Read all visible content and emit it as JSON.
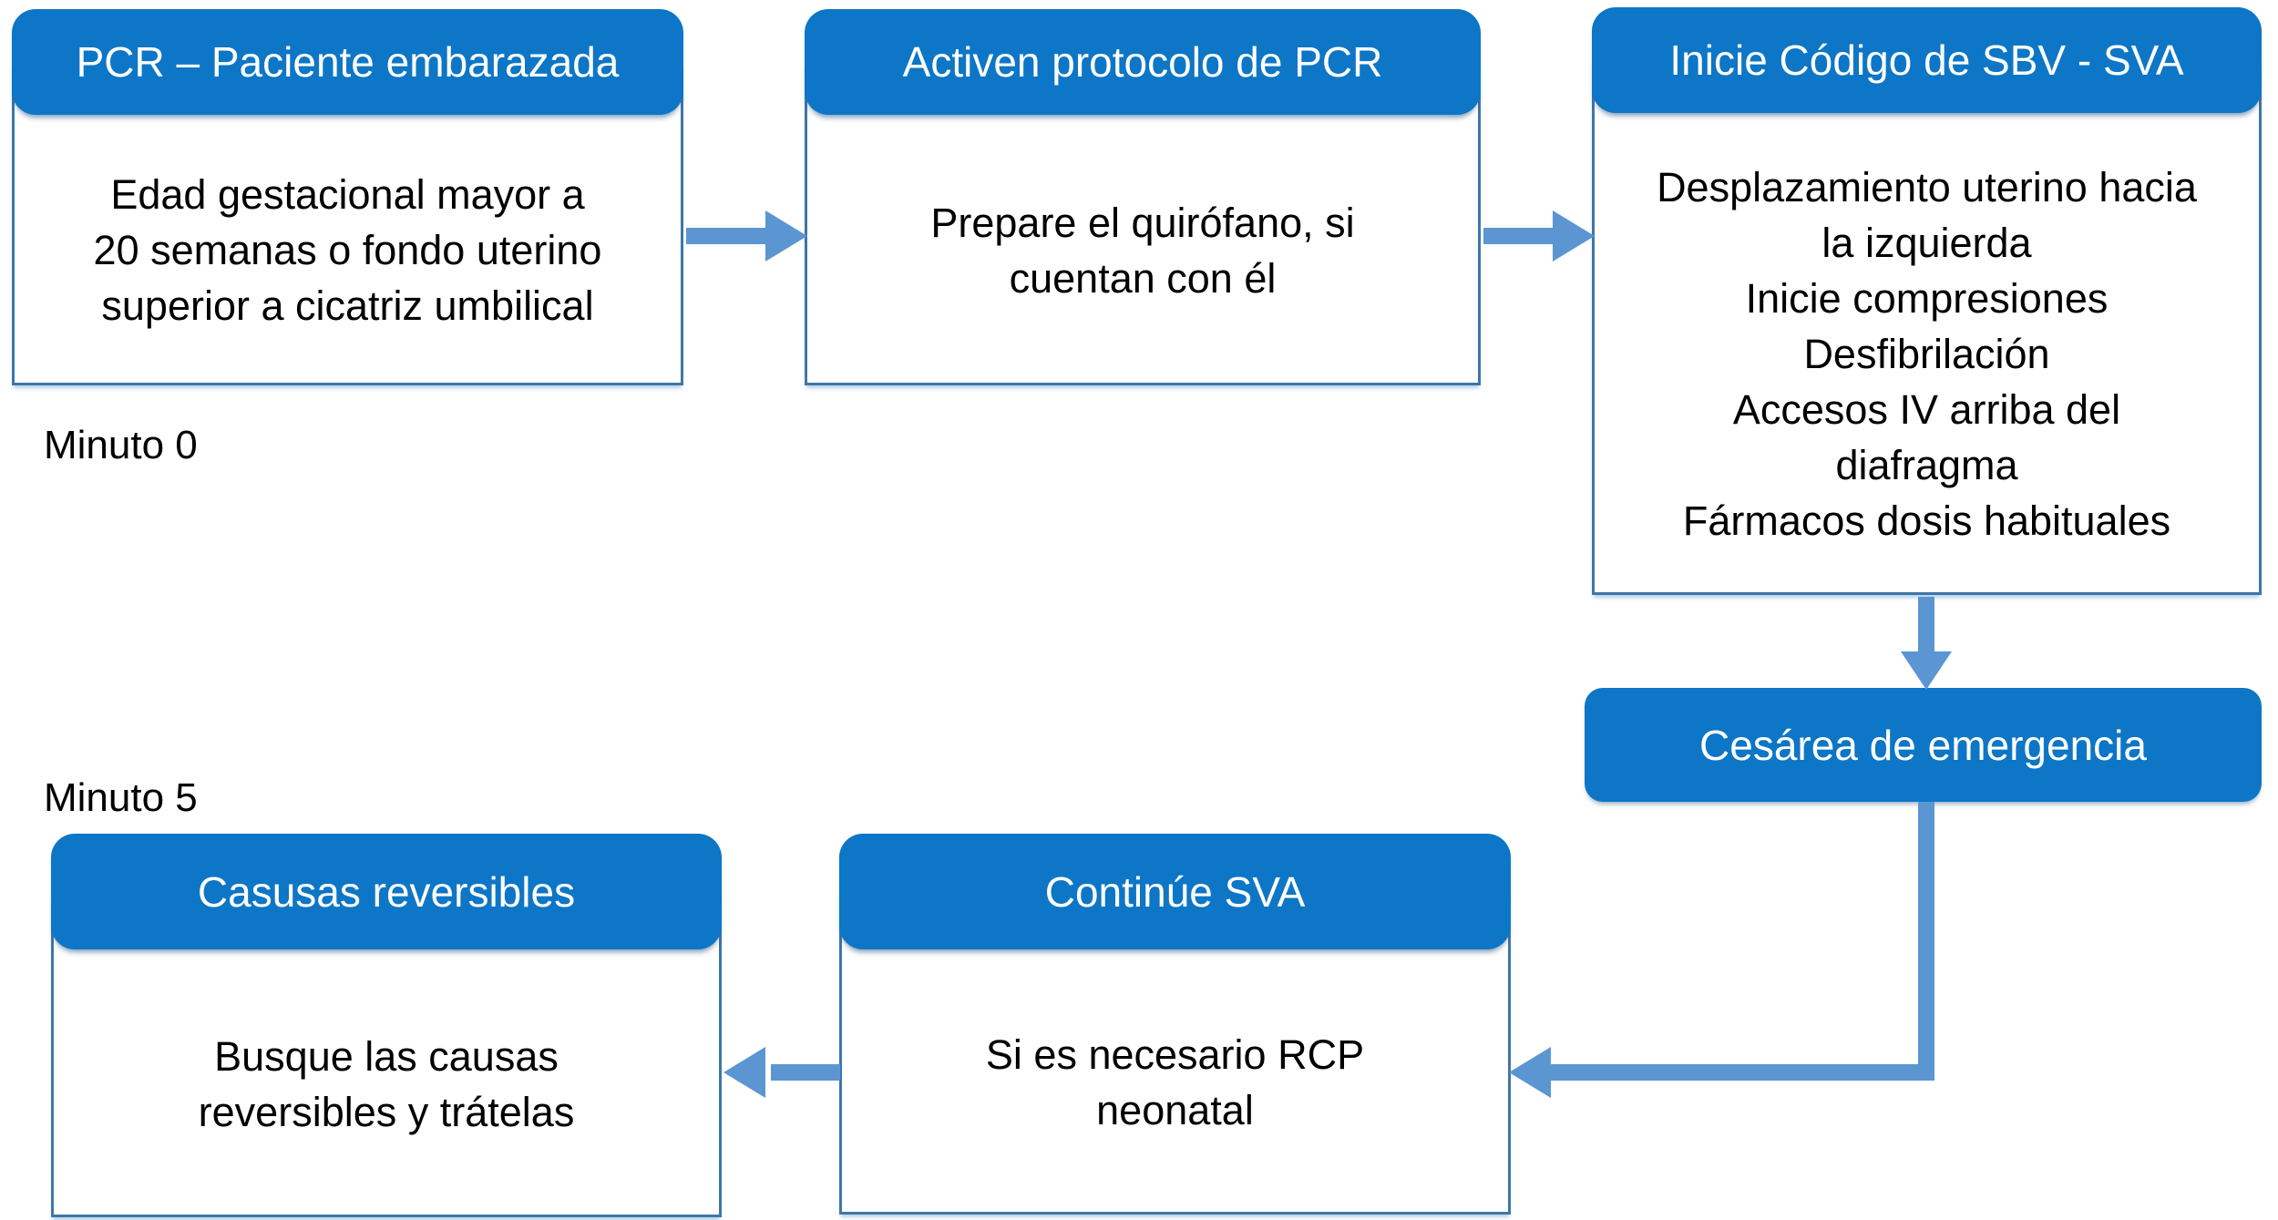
{
  "colors": {
    "header_blue": "#0d76c6",
    "arrow_blue": "#5b96d3",
    "border_blue": "#3f76a8",
    "header_text": "#ffffff",
    "body_text": "#000000",
    "background": "#ffffff"
  },
  "nodes": [
    {
      "id": "pcr-paciente-embarazada",
      "title": "PCR – Paciente embarazada",
      "body": "Edad gestacional mayor a\n20 semanas o fondo uterino\nsuperior a cicatriz umbilical"
    },
    {
      "id": "activen-protocolo-pcr",
      "title": "Activen protocolo de PCR",
      "body": "Prepare el quirófano, si\ncuentan con él"
    },
    {
      "id": "inicie-codigo-sbv-sva",
      "title": "Inicie Código de SBV - SVA",
      "body": "Desplazamiento uterino hacia\nla izquierda\nInicie compresiones\nDesfibrilación\nAccesos IV arriba del\ndiafragma\nFármacos dosis habituales"
    },
    {
      "id": "causas-reversibles",
      "title": "Casusas reversibles",
      "body": "Busque las causas\nreversibles y trátelas"
    },
    {
      "id": "continue-sva",
      "title": "Continúe SVA",
      "body": "Si es necesario RCP\nneonatal"
    }
  ],
  "action_box": {
    "title": "Cesárea de emergencia"
  },
  "timeline": {
    "minute0": "Minuto 0",
    "minute5": "Minuto 5"
  }
}
